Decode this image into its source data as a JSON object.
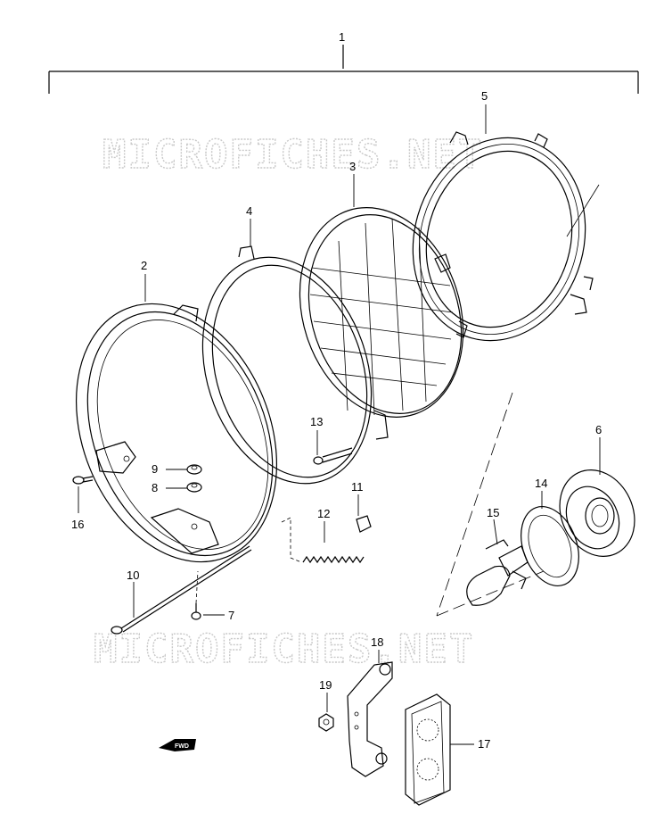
{
  "watermark": "MICROFICHES.NET",
  "fwd_label": "FWD",
  "callouts": {
    "c1": "1",
    "c2": "2",
    "c3": "3",
    "c4": "4",
    "c5": "5",
    "c6": "6",
    "c7": "7",
    "c8": "8",
    "c9": "9",
    "c10": "10",
    "c11": "11",
    "c12": "12",
    "c13": "13",
    "c14": "14",
    "c15": "15",
    "c16": "16",
    "c17": "17",
    "c18": "18",
    "c19": "19"
  }
}
